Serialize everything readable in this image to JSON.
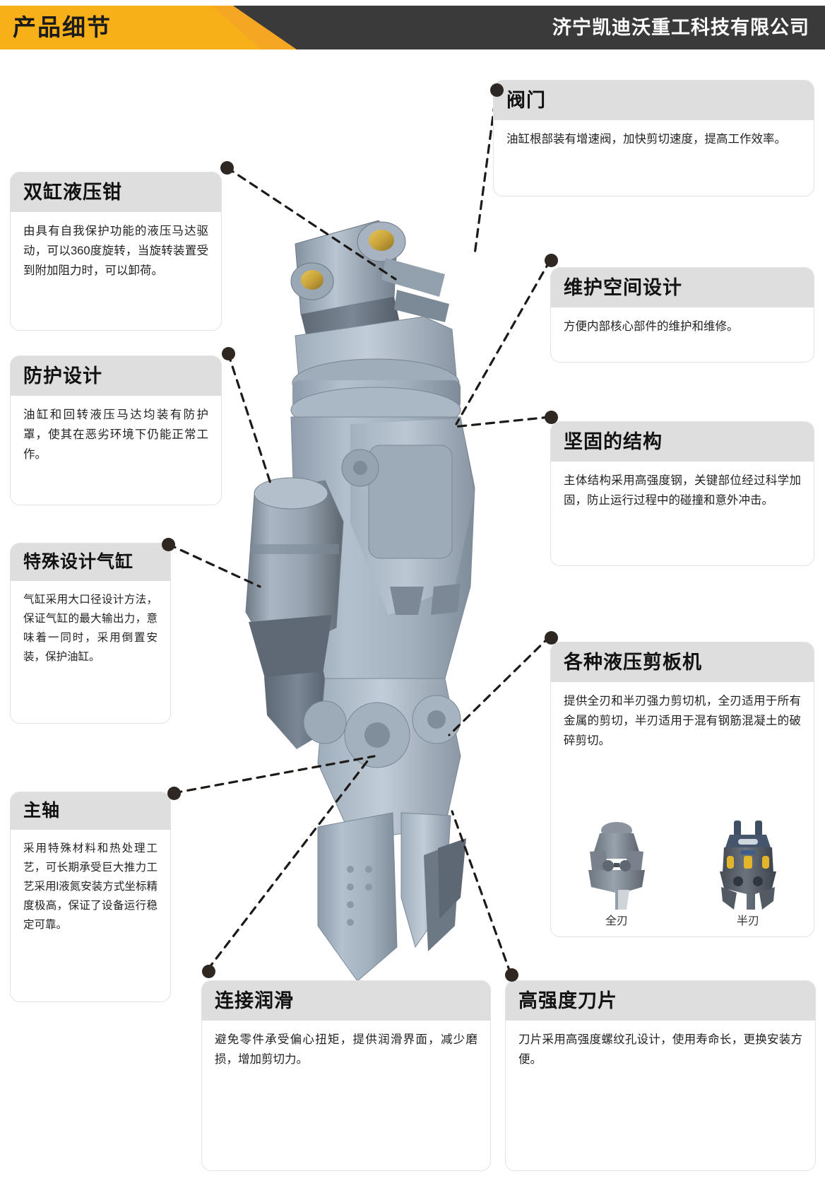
{
  "header": {
    "title": "产品细节",
    "company": "济宁凯迪沃重工科技有限公司",
    "yellow": "#f5a623",
    "dark": "#3a3a3a"
  },
  "cards": {
    "dual_cylinder": {
      "title": "双缸液压钳",
      "body": "由具有自我保护功能的液压马达驱动，可以360度旋转，当旋转装置受到附加阻力时，可以卸荷。"
    },
    "protection": {
      "title": "防护设计",
      "body": "油缸和回转液压马达均装有防护罩，使其在恶劣环境下仍能正常工作。"
    },
    "special_cylinder": {
      "title": "特殊设计气缸",
      "body": "气缸采用大口径设计方法，保证气缸的最大输出力，意味着一同时，采用倒置安装，保护油缸。"
    },
    "main_shaft": {
      "title": "主轴",
      "body": "采用特殊材料和热处理工艺，可长期承受巨大推力工艺采用l液氮安装方式坐标精度极高，保证了设备运行稳定可靠。"
    },
    "valve": {
      "title": "阀门",
      "body": "油缸根部装有增速阀，加快剪切速度，提高工作效率。"
    },
    "maintenance_space": {
      "title": "维护空间设计",
      "body": "方便内部核心部件的维护和维修。"
    },
    "solid_structure": {
      "title": "坚固的结构",
      "body": "主体结构采用高强度钢，关键部位经过科学加固，防止运行过程中的碰撞和意外冲击。"
    },
    "shear_types": {
      "title": "各种液压剪板机",
      "body": "提供全刃和半刃强力剪切机，全刃适用于所有金属的剪切，半刃适用于混有钢筋混凝土的破碎剪切。",
      "thumbs": [
        {
          "caption": "全刃"
        },
        {
          "caption": "半刃"
        }
      ]
    },
    "lubrication": {
      "title": "连接润滑",
      "body": "避免零件承受偏心扭矩，提供润滑界面，减少磨损，增加剪切力。"
    },
    "blade": {
      "title": "高强度刀片",
      "body": "刀片采用高强度螺纹孔设计，使用寿命长，更换安装方便。"
    }
  },
  "product_image": {
    "alt_name": "hydraulic-shear-pulverizer-photo"
  }
}
